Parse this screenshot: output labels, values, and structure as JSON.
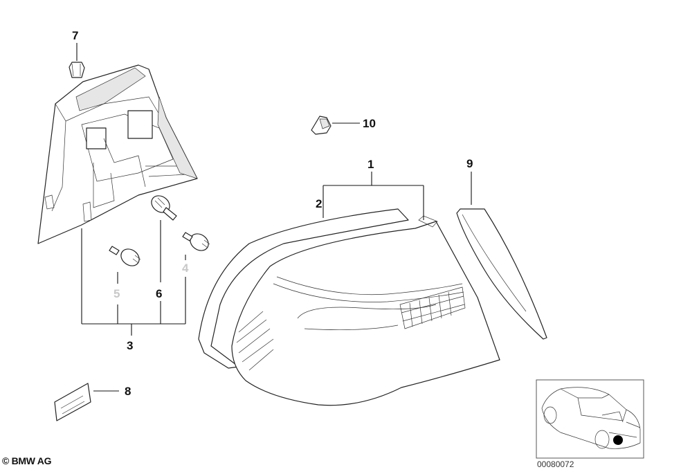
{
  "callouts": {
    "c1": "1",
    "c2": "2",
    "c3": "3",
    "c4": "4",
    "c5": "5",
    "c6": "6",
    "c7": "7",
    "c8": "8",
    "c9": "9",
    "c10": "10"
  },
  "footer": {
    "copyright": "© BMW AG",
    "part_number": "00080072"
  }
}
